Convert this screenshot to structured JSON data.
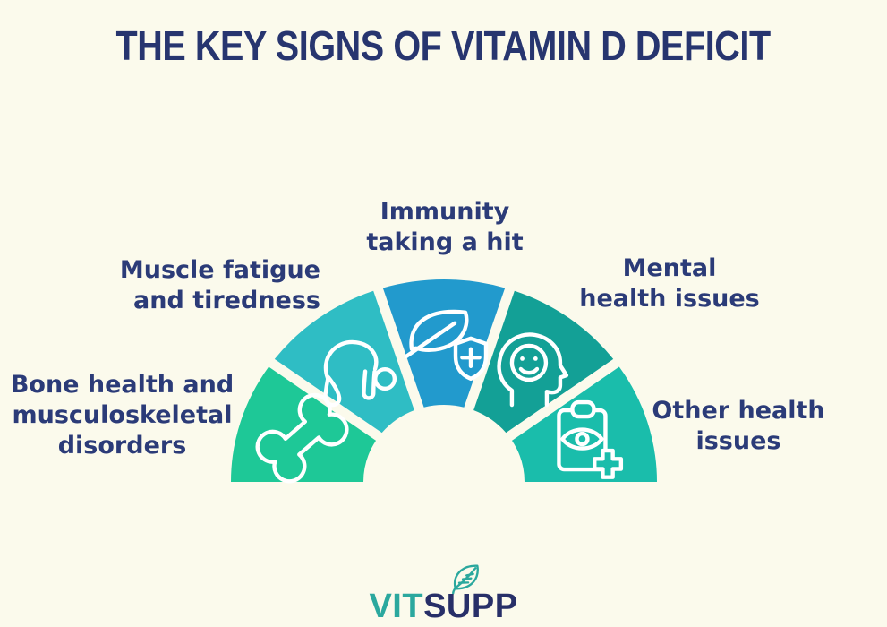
{
  "title": "THE KEY SIGNS OF VITAMIN D DEFICIT",
  "colors": {
    "background": "#FBFAEC",
    "heading": "#27356F",
    "label": "#2B3B78",
    "icon_stroke": "#FFFFFF",
    "logo_teal": "#2BA89E",
    "logo_navy": "#272F68"
  },
  "segments": [
    {
      "label": "Bone health and\nmusculoskeletal\ndisorders",
      "color": "#1EC897",
      "icon": "bone-icon"
    },
    {
      "label": "Muscle fatigue\nand tiredness",
      "color": "#2FBDC4",
      "icon": "fatigue-person-icon"
    },
    {
      "label": "Immunity\ntaking a hit",
      "color": "#229ACD",
      "icon": "immunity-shield-leaf-icon"
    },
    {
      "label": "Mental\nhealth issues",
      "color": "#13A096",
      "icon": "mental-head-icon"
    },
    {
      "label": "Other health\nissues",
      "color": "#1ABDAB",
      "icon": "clipboard-eye-icon"
    }
  ],
  "logo": {
    "prefix": "VIT",
    "suffix": "SUPP",
    "icon": "leaf-icon"
  }
}
